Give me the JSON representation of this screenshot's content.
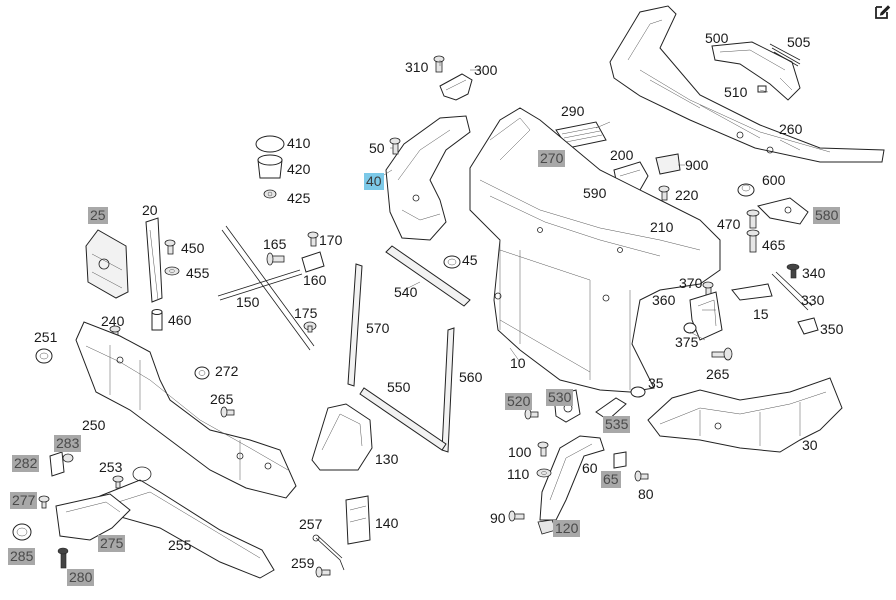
{
  "labels": {
    "p10": "10",
    "p15": "15",
    "p20": "20",
    "p25": "25",
    "p30": "30",
    "p35": "35",
    "p40": "40",
    "p45": "45",
    "p50": "50",
    "p60": "60",
    "p65": "65",
    "p80": "80",
    "p90": "90",
    "p100": "100",
    "p110": "110",
    "p120": "120",
    "p130": "130",
    "p140": "140",
    "p150": "150",
    "p160": "160",
    "p165": "165",
    "p170": "170",
    "p175": "175",
    "p200": "200",
    "p210": "210",
    "p220": "220",
    "p240": "240",
    "p250": "250",
    "p251": "251",
    "p253": "253",
    "p255": "255",
    "p257": "257",
    "p259": "259",
    "p260": "260",
    "p265a": "265",
    "p265b": "265",
    "p270": "270",
    "p272": "272",
    "p275": "275",
    "p277": "277",
    "p280": "280",
    "p282": "282",
    "p283": "283",
    "p285": "285",
    "p290": "290",
    "p300": "300",
    "p310": "310",
    "p330": "330",
    "p340": "340",
    "p350": "350",
    "p360": "360",
    "p370": "370",
    "p375": "375",
    "p410": "410",
    "p420": "420",
    "p425": "425",
    "p450": "450",
    "p455": "455",
    "p460": "460",
    "p465": "465",
    "p470": "470",
    "p500": "500",
    "p505": "505",
    "p510": "510",
    "p520": "520",
    "p530": "530",
    "p535": "535",
    "p540": "540",
    "p550": "550",
    "p560": "560",
    "p570": "570",
    "p580": "580",
    "p590": "590",
    "p600": "600",
    "p900": "900"
  },
  "colors": {
    "unavailable": "#a8a8a8",
    "selected": "#7cc9e8"
  },
  "icons": {
    "edit": "edit-icon"
  }
}
